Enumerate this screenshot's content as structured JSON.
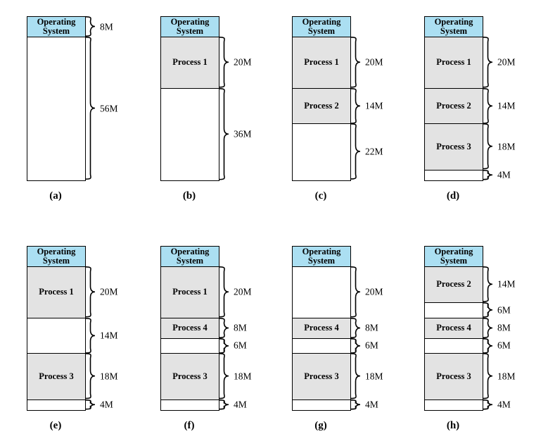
{
  "figure": {
    "colors": {
      "os_fill": "#abdff2",
      "process_fill": "#e3e3e3",
      "free_fill": "#ffffff",
      "border": "#000000",
      "text": "#000000"
    },
    "total_memory_m": 64,
    "diagrams": [
      {
        "label": "(a)",
        "segments": [
          {
            "kind": "os",
            "label": "Operating System",
            "size_m": 8,
            "brace_label": "8M"
          },
          {
            "kind": "free",
            "label": "",
            "size_m": 56,
            "brace_label": "56M"
          }
        ]
      },
      {
        "label": "(b)",
        "segments": [
          {
            "kind": "os",
            "label": "Operating System",
            "size_m": 8,
            "brace_label": null
          },
          {
            "kind": "process",
            "label": "Process 1",
            "size_m": 20,
            "brace_label": "20M"
          },
          {
            "kind": "free",
            "label": "",
            "size_m": 36,
            "brace_label": "36M"
          }
        ]
      },
      {
        "label": "(c)",
        "segments": [
          {
            "kind": "os",
            "label": "Operating System",
            "size_m": 8,
            "brace_label": null
          },
          {
            "kind": "process",
            "label": "Process 1",
            "size_m": 20,
            "brace_label": "20M"
          },
          {
            "kind": "process",
            "label": "Process 2",
            "size_m": 14,
            "brace_label": "14M"
          },
          {
            "kind": "free",
            "label": "",
            "size_m": 22,
            "brace_label": "22M"
          }
        ]
      },
      {
        "label": "(d)",
        "segments": [
          {
            "kind": "os",
            "label": "Operating System",
            "size_m": 8,
            "brace_label": null
          },
          {
            "kind": "process",
            "label": "Process 1",
            "size_m": 20,
            "brace_label": "20M"
          },
          {
            "kind": "process",
            "label": "Process 2",
            "size_m": 14,
            "brace_label": "14M"
          },
          {
            "kind": "process",
            "label": "Process 3",
            "size_m": 18,
            "brace_label": "18M"
          },
          {
            "kind": "free",
            "label": "",
            "size_m": 4,
            "brace_label": "4M"
          }
        ]
      },
      {
        "label": "(e)",
        "segments": [
          {
            "kind": "os",
            "label": "Operating System",
            "size_m": 8,
            "brace_label": null
          },
          {
            "kind": "process",
            "label": "Process 1",
            "size_m": 20,
            "brace_label": "20M"
          },
          {
            "kind": "free",
            "label": "",
            "size_m": 14,
            "brace_label": "14M"
          },
          {
            "kind": "process",
            "label": "Process 3",
            "size_m": 18,
            "brace_label": "18M"
          },
          {
            "kind": "free",
            "label": "",
            "size_m": 4,
            "brace_label": "4M"
          }
        ]
      },
      {
        "label": "(f)",
        "segments": [
          {
            "kind": "os",
            "label": "Operating System",
            "size_m": 8,
            "brace_label": null
          },
          {
            "kind": "process",
            "label": "Process 1",
            "size_m": 20,
            "brace_label": "20M"
          },
          {
            "kind": "process",
            "label": "Process 4",
            "size_m": 8,
            "brace_label": "8M"
          },
          {
            "kind": "free",
            "label": "",
            "size_m": 6,
            "brace_label": "6M"
          },
          {
            "kind": "process",
            "label": "Process 3",
            "size_m": 18,
            "brace_label": "18M"
          },
          {
            "kind": "free",
            "label": "",
            "size_m": 4,
            "brace_label": "4M"
          }
        ]
      },
      {
        "label": "(g)",
        "segments": [
          {
            "kind": "os",
            "label": "Operating System",
            "size_m": 8,
            "brace_label": null
          },
          {
            "kind": "free",
            "label": "",
            "size_m": 20,
            "brace_label": "20M"
          },
          {
            "kind": "process",
            "label": "Process 4",
            "size_m": 8,
            "brace_label": "8M"
          },
          {
            "kind": "free",
            "label": "",
            "size_m": 6,
            "brace_label": "6M"
          },
          {
            "kind": "process",
            "label": "Process 3",
            "size_m": 18,
            "brace_label": "18M"
          },
          {
            "kind": "free",
            "label": "",
            "size_m": 4,
            "brace_label": "4M"
          }
        ]
      },
      {
        "label": "(h)",
        "segments": [
          {
            "kind": "os",
            "label": "Operating System",
            "size_m": 8,
            "brace_label": null
          },
          {
            "kind": "process",
            "label": "Process 2",
            "size_m": 14,
            "brace_label": "14M"
          },
          {
            "kind": "free",
            "label": "",
            "size_m": 6,
            "brace_label": "6M"
          },
          {
            "kind": "process",
            "label": "Process 4",
            "size_m": 8,
            "brace_label": "8M"
          },
          {
            "kind": "free",
            "label": "",
            "size_m": 6,
            "brace_label": "6M"
          },
          {
            "kind": "process",
            "label": "Process 3",
            "size_m": 18,
            "brace_label": "18M"
          },
          {
            "kind": "free",
            "label": "",
            "size_m": 4,
            "brace_label": "4M"
          }
        ]
      }
    ]
  }
}
